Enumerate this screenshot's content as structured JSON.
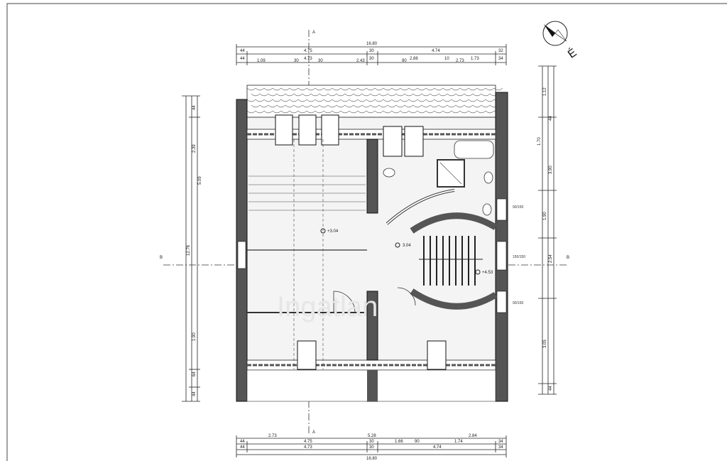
{
  "drawing": {
    "compass_label": "É",
    "watermark": "Ingatlan",
    "axis_marks": [
      "A",
      "A",
      "B",
      "B"
    ],
    "top_dimensions": {
      "total": "16.80",
      "row2": [
        "44",
        "4.75",
        "30",
        "4.74",
        "32"
      ],
      "row3": [
        "44",
        "4.73",
        "30",
        "2.88",
        "10",
        "1.73",
        "34"
      ],
      "row4": [
        "1.09",
        "30",
        "30",
        "2.43",
        "90",
        "2.73"
      ]
    },
    "bottom_dimensions": {
      "total": "16.80",
      "row1": [
        "2.73",
        "5.28",
        "2.84"
      ],
      "row2": [
        "44",
        "4.75",
        "30",
        "1.66",
        "90",
        "1.74",
        "34"
      ],
      "row3": [
        "44",
        "4.73",
        "30",
        "4.74",
        "34"
      ]
    },
    "left_dimensions": [
      "44",
      "2.39",
      "5.09",
      "12.76",
      "1.90",
      "64",
      "44"
    ],
    "right_dimensions": [
      "1.12",
      "44",
      "1.70",
      "3.90",
      "1.90",
      "2.54",
      "3.05",
      "44"
    ],
    "elevations": [
      "+3.04",
      "3.04",
      "+4.53"
    ],
    "window_marks": [
      "90/150",
      "150/150",
      "90/150"
    ]
  }
}
